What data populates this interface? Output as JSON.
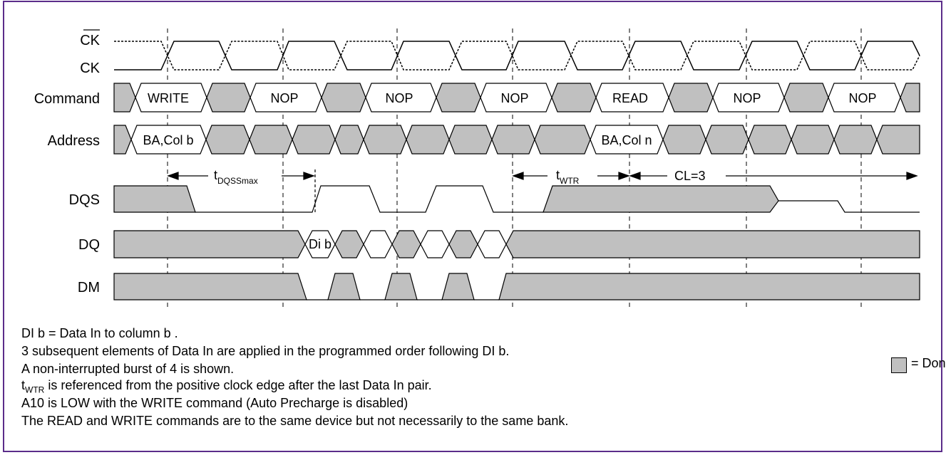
{
  "signals": {
    "ck_bar": "CK",
    "ck": "CK",
    "command": "Command",
    "address": "Address",
    "dqs": "DQS",
    "dq": "DQ",
    "dm": "DM"
  },
  "command_labels": [
    "WRITE",
    "NOP",
    "NOP",
    "NOP",
    "READ",
    "NOP",
    "NOP"
  ],
  "address_labels": [
    "BA,Col b",
    "BA,Col n"
  ],
  "dq_label": "Di b",
  "timing": {
    "t_dqss_main": "t",
    "t_dqss_sub": "DQSSmax",
    "t_wtr_main": "t",
    "t_wtr_sub": "WTR",
    "cl": "CL=3"
  },
  "notes": {
    "line1": "DI b = Data In to column b .",
    "line2": "3 subsequent elements of Data In are applied in the programmed order following DI b.",
    "line3": "A non-interrupted burst of 4 is shown.",
    "line4_t": "t",
    "line4_sub": "WTR",
    "line4_rest": " is referenced from the positive clock edge after the last Data In pair.",
    "line5": "A10 is LOW with the WRITE command (Auto Precharge is disabled)",
    "line6": "The READ and WRITE commands are to the same device but not necessarily to the same bank."
  },
  "legend": {
    "text": "= Don't Care",
    "color": "#c0c0c0"
  },
  "colors": {
    "dont_care": "#c0c0c0",
    "frame": "#5b2d8a"
  }
}
